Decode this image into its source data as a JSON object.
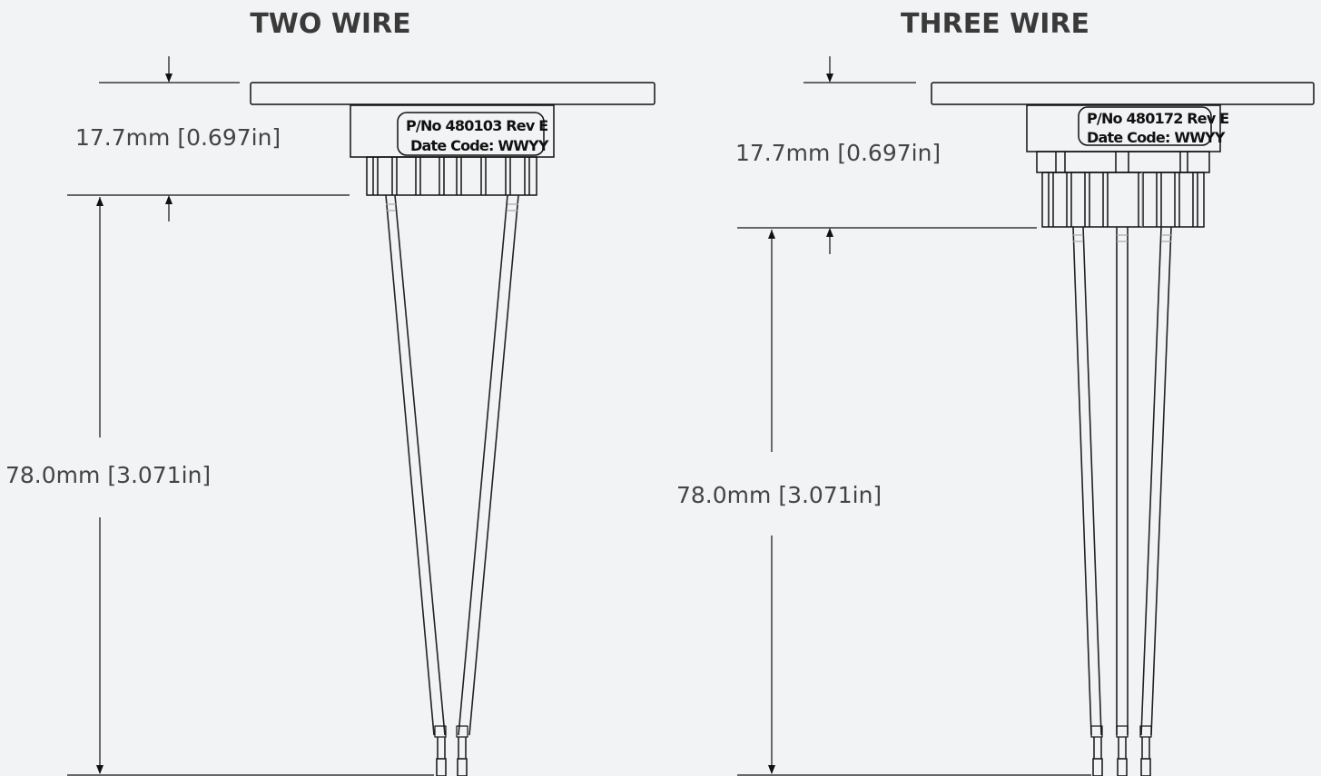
{
  "left": {
    "title": "TWO WIRE",
    "dim_small": "17.7mm [0.697in]",
    "dim_large": "78.0mm [3.071in]",
    "label_line1": "P/No 480103 Rev E",
    "label_line2": "Date Code: WWYY"
  },
  "right": {
    "title": "THREE WIRE",
    "dim_small": "17.7mm [0.697in]",
    "dim_large": "78.0mm [3.071in]",
    "label_line1": "P/No 480172 Rev E",
    "label_line2": "Date Code: WWYY"
  }
}
